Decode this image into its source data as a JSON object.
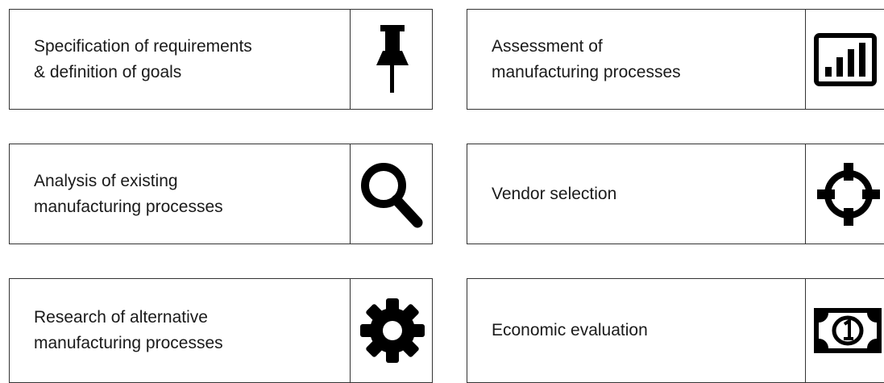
{
  "steps": [
    {
      "label": "Specification of requirements\n& definition of goals",
      "icon": "pushpin-icon"
    },
    {
      "label": "Analysis of existing\nmanufacturing processes",
      "icon": "search-icon"
    },
    {
      "label": "Research of alternative\nmanufacturing processes",
      "icon": "gear-icon"
    },
    {
      "label": "Assessment of\nmanufacturing processes",
      "icon": "bar-chart-icon"
    },
    {
      "label": "Vendor selection",
      "icon": "crosshair-icon"
    },
    {
      "label": "Economic evaluation",
      "icon": "banknote-icon"
    }
  ]
}
